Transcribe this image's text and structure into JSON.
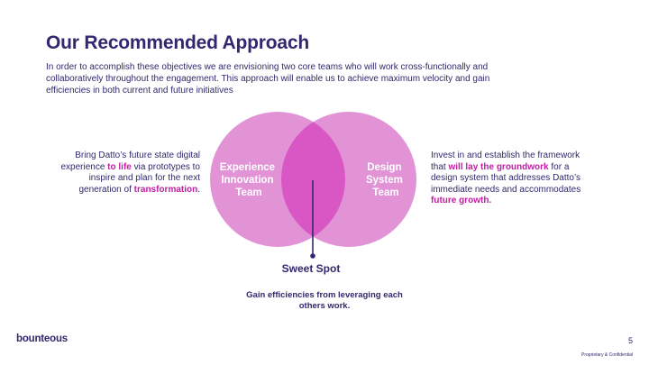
{
  "slide": {
    "title": "Our Recommended Approach",
    "intro": "In order to accomplish these objectives we are envisioning two core teams who will work cross-functionally and collaboratively throughout the engagement. This approach will enable us to achieve maximum velocity and gain efficiencies in both current and future initiatives"
  },
  "diagram": {
    "left_circle_label": [
      "Experience",
      "Innovation",
      "Team"
    ],
    "right_circle_label": [
      "Design",
      "System",
      "Team"
    ],
    "left_text": {
      "p1": "Bring Datto’s future state digital experience ",
      "h1": "to life",
      "p2": " via prototypes to inspire and plan for the next generation of ",
      "h2": "transformation",
      "p3": "."
    },
    "right_text": {
      "p1": "Invest in and establish the framework that ",
      "h1": "will lay the groundwork",
      "p2": " for a design system that addresses Datto’s immediate needs and accommodates ",
      "h2": "future growth."
    },
    "sweet_spot": "Sweet Spot",
    "sweet_spot_desc": "Gain efficiencies from leveraging each others work."
  },
  "footer": {
    "logo": "bounteous",
    "page_number": "5",
    "note": "Proprietary & Confidential"
  },
  "colors": {
    "circle": "#e193d6",
    "overlap": "#d957c5",
    "highlight": "#c01fa0",
    "navy": "#33276f"
  }
}
